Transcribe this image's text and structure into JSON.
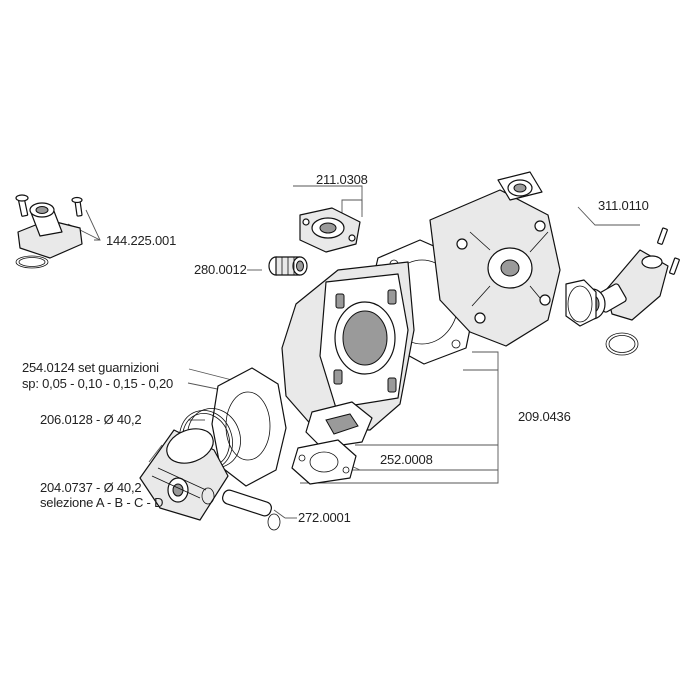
{
  "labels": {
    "l144": "144.225.001",
    "l211": "211.0308",
    "l280": "280.0012",
    "l311": "311.0110",
    "l254a": "254.0124 set guarnizioni",
    "l254b": "sp: 0,05 - 0,10 - 0,15 - 0,20",
    "l206": "206.0128 - Ø 40,2",
    "l204a": "204.0737 - Ø 40,2",
    "l204b": "selezione A - B - C - D",
    "l209": "209.0436",
    "l252": "252.0008",
    "l272": "272.0001"
  }
}
